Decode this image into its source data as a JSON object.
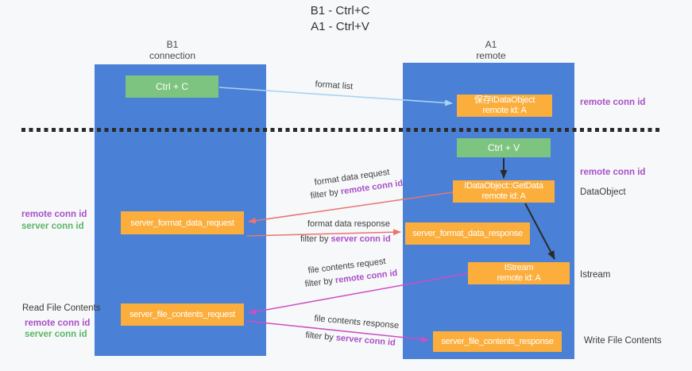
{
  "title": {
    "line1": "B1 - Ctrl+C",
    "line2": "A1 - Ctrl+V"
  },
  "lifelines": {
    "left": {
      "title": "B1",
      "subtitle": "connection"
    },
    "right": {
      "title": "A1",
      "subtitle": "remote"
    }
  },
  "nodes": {
    "ctrl_c": {
      "label": "Ctrl + C"
    },
    "ctrl_v": {
      "label": "Ctrl + V"
    },
    "save_dataobject": {
      "line1": "保存IDataObject",
      "line2": "remote id: A"
    },
    "getdata": {
      "line1": "IDataObject::GetData",
      "line2": "remote id: A"
    },
    "istream": {
      "line1": "IStream",
      "line2": "remote id: A"
    },
    "format_request": {
      "label": "server_format_data_request"
    },
    "format_response": {
      "label": "server_format_data_response"
    },
    "file_request": {
      "label": "server_file_contents_request"
    },
    "file_response": {
      "label": "server_file_contents_response"
    }
  },
  "left_annotations": {
    "remote_conn_id_1": "remote conn id",
    "server_conn_id_1": "server conn id",
    "read_file_contents": "Read File Contents",
    "remote_conn_id_2": "remote conn id",
    "server_conn_id_2": "server conn id"
  },
  "right_annotations": {
    "remote_conn_id_1": "remote conn id",
    "remote_conn_id_2": "remote conn id",
    "dataobject": "DataObject",
    "istream": "Istream",
    "write_file_contents": "Write File Contents"
  },
  "edge_labels": {
    "format_list": "format list",
    "format_data_request": "format data request",
    "filter_by_1_prefix": "filter by ",
    "filter_by_1_id": "remote conn id",
    "format_data_response": "format data response",
    "filter_by_2_prefix": "filter by ",
    "filter_by_2_id": "server conn id",
    "file_contents_request": "file contents request",
    "filter_by_3_prefix": "filter by ",
    "filter_by_3_id": "remote conn id",
    "file_contents_response": "file contents response",
    "filter_by_4_prefix": "filter by ",
    "filter_by_4_id": "server conn id"
  },
  "colors": {
    "lifeline-blue": "#4a80d6",
    "node-green": "#7cc47f",
    "node-orange": "#fbae3c",
    "conn-purple": "#a94fc8",
    "conn-green": "#5cb567",
    "arrow-red": "#e87474",
    "arrow-magenta": "#cc4fc5",
    "arrow-lightblue": "#a9d3f1",
    "arrow-black": "#2b2b2b",
    "text-dark": "#3c3c3c",
    "bg": "#f7f8f9"
  }
}
